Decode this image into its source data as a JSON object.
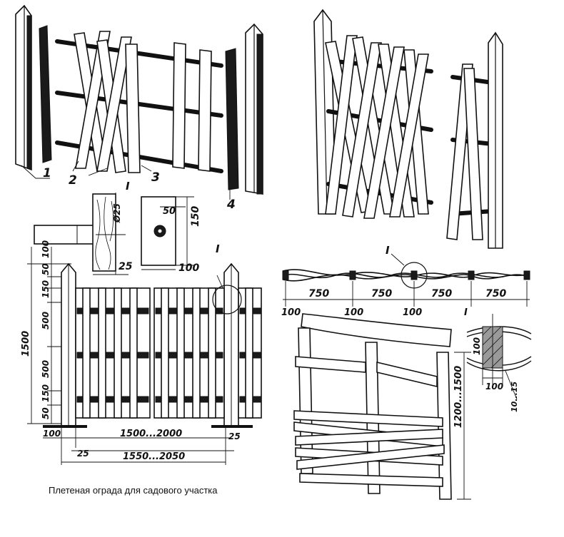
{
  "caption": "Плетеная ограда для садового участка",
  "part_numbers": [
    "1",
    "2",
    "3",
    "4"
  ],
  "section_mark": "I",
  "detail_top": {
    "diameter": "Ø25",
    "post_offset": "25",
    "hole_offset": "50",
    "height": "150",
    "width": "100"
  },
  "elevation_left": {
    "vertical_dims": [
      "100",
      "50",
      "150",
      "500",
      "1500",
      "500",
      "150",
      "50"
    ],
    "bottom_dims": [
      "100",
      "1500...2000",
      "25",
      "1550...2050",
      "25"
    ]
  },
  "plan_view": {
    "spans": [
      "750",
      "750",
      "750",
      "750"
    ],
    "posts": [
      "100",
      "100",
      "100"
    ]
  },
  "detail_right": {
    "height": "100",
    "width": "100",
    "gap": "10...15",
    "post_height": "1200...1500"
  }
}
